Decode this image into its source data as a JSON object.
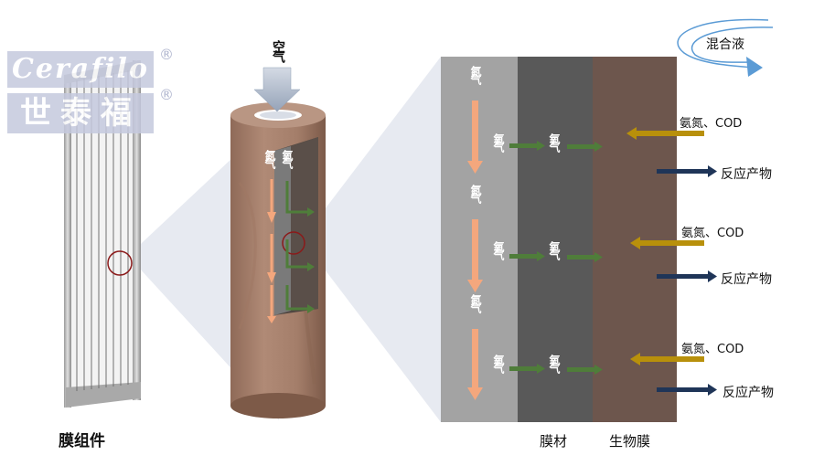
{
  "logo": {
    "latin": "Cerafilo",
    "cjk": "世泰福",
    "registered": "®"
  },
  "left": {
    "module_label": "膜组件"
  },
  "middle": {
    "air_label": "空气",
    "nitrogen": "氮气",
    "oxygen": "氧气"
  },
  "right": {
    "mixed_liquor": "混合液",
    "nitrogen": "氮气",
    "oxygen": "氧气",
    "inputs": "氨氮、COD",
    "products": "反应产物",
    "membrane_label": "膜材",
    "biofilm_label": "生物膜"
  },
  "colors": {
    "nitrogen_arrow": "#f4a77d",
    "oxygen_arrow": "#4f7d3a",
    "input_arrow": "#b8900b",
    "product_arrow": "#1f3558",
    "mixed_liquor_arrow": "#5b9bd5"
  }
}
